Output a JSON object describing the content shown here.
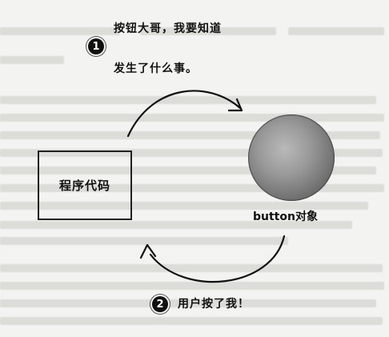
{
  "diagram": {
    "step1": {
      "number": "1",
      "line1": "按钮大哥，我要知道",
      "line2": "发生了什么事。"
    },
    "step2": {
      "number": "2",
      "text": "用户按了我！"
    },
    "code_box_label": "程序代码",
    "button_label": "button对象"
  }
}
